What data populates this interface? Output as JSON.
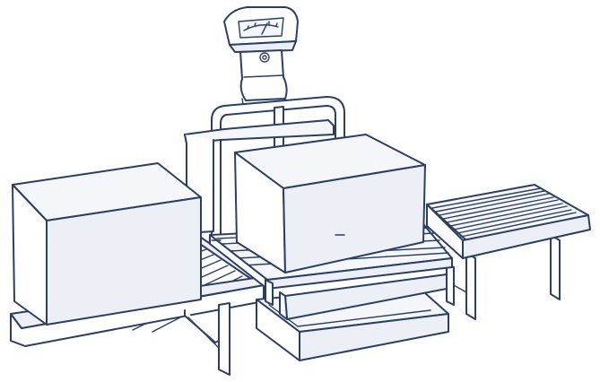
{
  "illustration": {
    "subject": "conveyor-weighing-scale",
    "line_color": "#2b3f63",
    "fill_color": "#ffffff",
    "components": [
      "dial-scale-head",
      "scale-column",
      "guard-frame",
      "weighing-platform",
      "left-roller-conveyor",
      "right-roller-conveyor",
      "left-box",
      "center-box"
    ]
  }
}
